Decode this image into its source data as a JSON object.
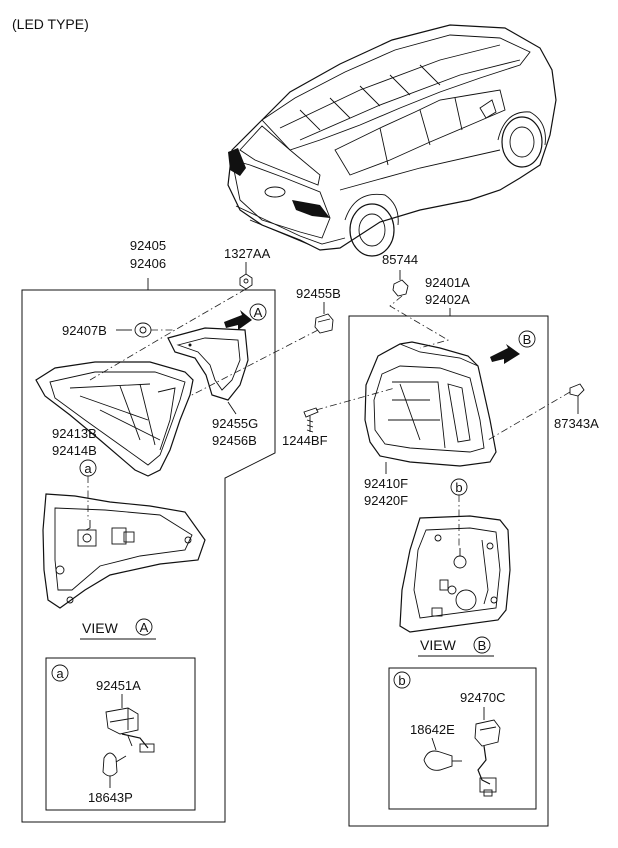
{
  "header": {
    "title": "(LED TYPE)"
  },
  "parts": {
    "p92405": "92405",
    "p92406": "92406",
    "p1327AA": "1327AA",
    "p92455B": "92455B",
    "p85744": "85744",
    "p92401A": "92401A",
    "p92402A": "92402A",
    "p92407B": "92407B",
    "p92413B": "92413B",
    "p92414B": "92414B",
    "p92455G": "92455G",
    "p92456B": "92456B",
    "p1244BF": "1244BF",
    "p87343A": "87343A",
    "p92410F": "92410F",
    "p92420F": "92420F",
    "p92451A": "92451A",
    "p18643P": "18643P",
    "p92470C": "92470C",
    "p18642E": "18642E"
  },
  "views": {
    "view_a_text": "VIEW",
    "view_a_letter": "A",
    "view_b_text": "VIEW",
    "view_b_letter": "B"
  },
  "callouts": {
    "a_small": "a",
    "b_small": "b",
    "arrow_a": "A",
    "arrow_b": "B",
    "inset_a": "a",
    "inset_b": "b"
  }
}
